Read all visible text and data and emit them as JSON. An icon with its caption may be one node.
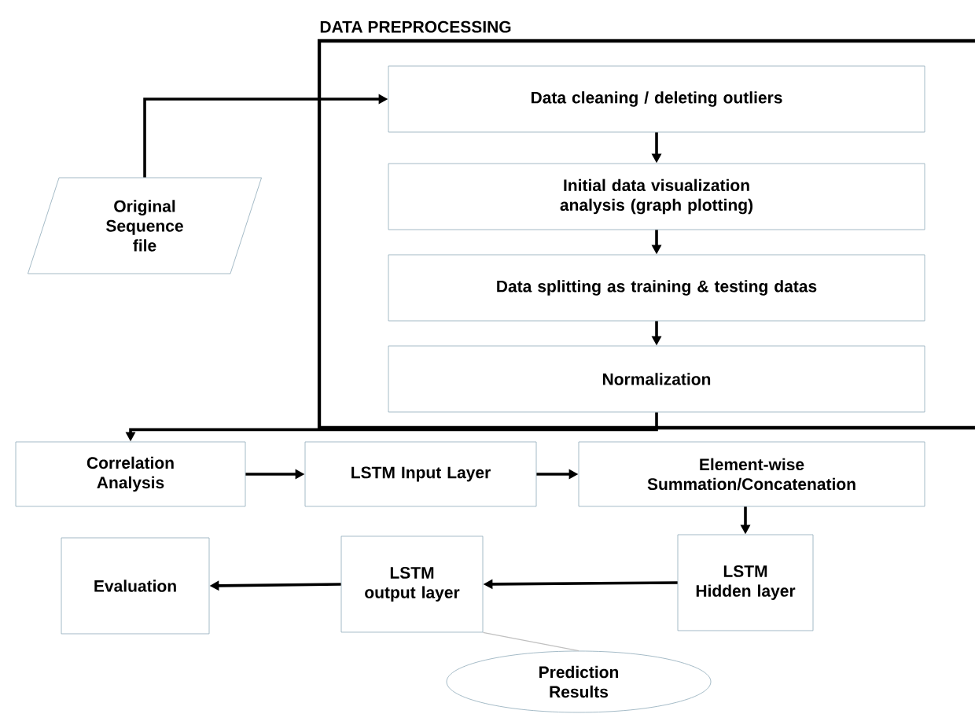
{
  "diagram": {
    "nodes": [
      {
        "text": [
          "DATA PREPROCESSING"
        ]
      },
      {
        "text": [
          "Original Sequence file"
        ]
      },
      {
        "text": [
          "Data cleaning / deleting outliers"
        ],
        "in": 0
      },
      {
        "text": [
          "Initial data visualization analysis (graph plotting)"
        ],
        "in": 0
      },
      {
        "text": [
          "Data splitting as training & testing datas"
        ],
        "in": 0
      },
      {
        "text": [
          "Normalization"
        ],
        "in": 0
      },
      {
        "text": [
          "Correlation Analysis"
        ]
      },
      {
        "text": [
          "LSTM Input Layer"
        ]
      },
      {
        "text": [
          "Element-wise Summation/Concatenation"
        ]
      },
      {
        "text": [
          "Evaluation"
        ]
      },
      {
        "text": [
          "LSTM output layer"
        ]
      },
      {
        "text": [
          "LSTM Hidden layer"
        ]
      },
      {
        "text": [
          "Prediction Results"
        ]
      }
    ],
    "edges": [
      {
        "from": 1,
        "to": 2,
        "arrow": "to"
      },
      {
        "from": 2,
        "to": 3,
        "arrow": "to"
      },
      {
        "from": 3,
        "to": 4,
        "arrow": "to"
      },
      {
        "from": 4,
        "to": 5,
        "arrow": "to"
      },
      {
        "from": 5,
        "to": 6,
        "arrow": "to"
      },
      {
        "from": 6,
        "to": 7,
        "arrow": "to"
      },
      {
        "from": 7,
        "to": 8,
        "arrow": "to"
      },
      {
        "from": 8,
        "to": 11,
        "arrow": "to"
      },
      {
        "from": 11,
        "to": 10,
        "arrow": "to"
      },
      {
        "from": 10,
        "to": 9,
        "arrow": "to"
      },
      {
        "from": 10,
        "to": 12,
        "arrow": "none",
        "color": "#c0c0c0"
      }
    ]
  }
}
